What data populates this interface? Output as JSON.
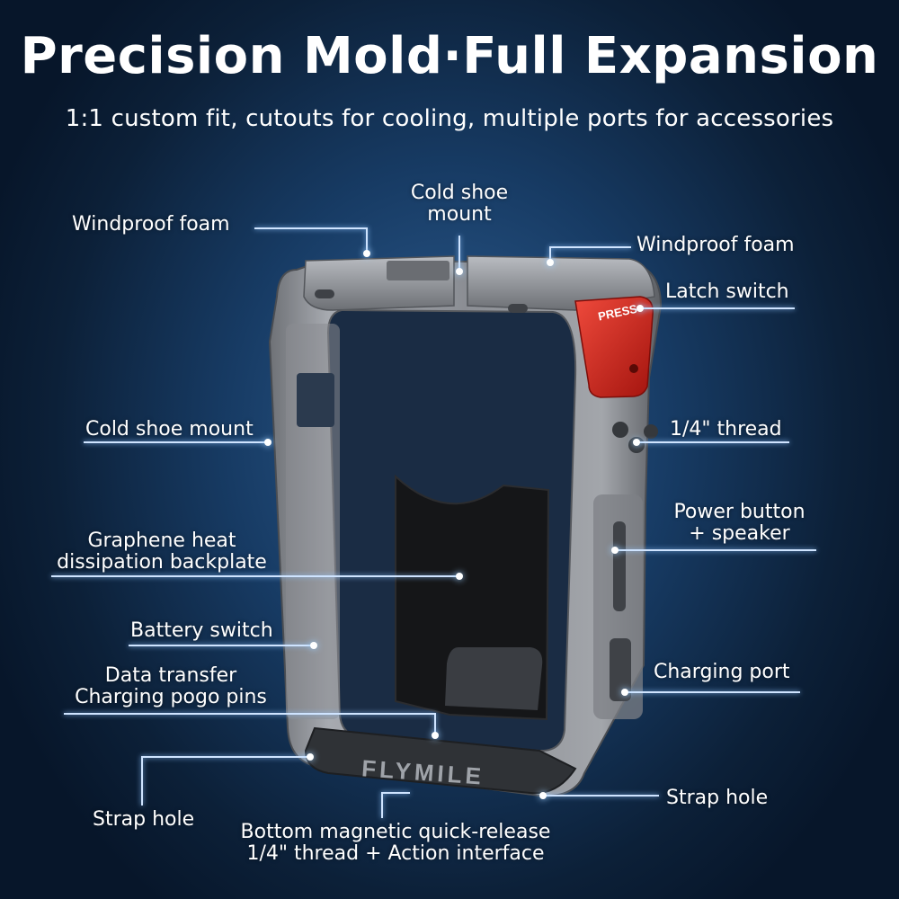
{
  "header": {
    "title": "Precision Mold·Full Expansion",
    "subtitle": "1:1 custom fit, cutouts for cooling, multiple ports for accessories"
  },
  "product": {
    "brand_text": "FLYMILE",
    "latch_text": "PRESS",
    "accent_color": "#d42a22",
    "frame_color": "#8a8d92"
  },
  "callouts": {
    "windproof_foam_left": "Windproof foam",
    "cold_shoe_top_1": "Cold shoe",
    "cold_shoe_top_2": "mount",
    "windproof_foam_right": "Windproof foam",
    "latch_switch": "Latch switch",
    "cold_shoe_side": "Cold shoe mount",
    "thread_quarter": "1/4\" thread",
    "power_button_1": "Power button",
    "power_button_2": "+ speaker",
    "graphene_1": "Graphene heat",
    "graphene_2": "dissipation backplate",
    "battery_switch": "Battery switch",
    "charging_port": "Charging port",
    "data_transfer_1": "Data transfer",
    "data_transfer_2": "Charging pogo pins",
    "strap_hole_left": "Strap hole",
    "strap_hole_right": "Strap hole",
    "bottom_1": "Bottom magnetic quick-release",
    "bottom_2": "1/4\" thread + Action interface"
  }
}
